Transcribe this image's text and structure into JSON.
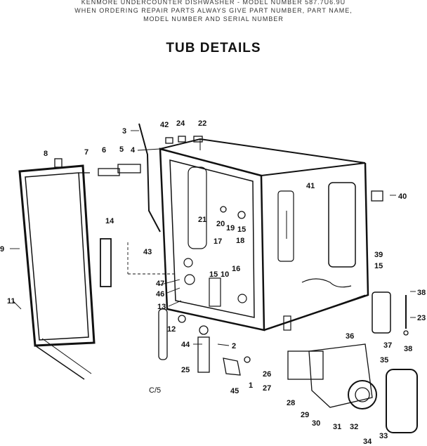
{
  "header": {
    "line1": "KENMORE UNDERCOUNTER DISHWASHER - MODEL NUMBER 587.7U6.9U",
    "line2": "WHEN ORDERING REPAIR PARTS ALWAYS GIVE PART NUMBER, PART NAME,",
    "line3": "MODEL NUMBER AND SERIAL NUMBER"
  },
  "title": "TUB DETAILS",
  "footer_code": "C/5",
  "labels": {
    "p1": "1",
    "p2": "2",
    "p3": "3",
    "p4": "4",
    "p5": "5",
    "p6": "6",
    "p7": "7",
    "p8": "8",
    "p9": "9",
    "p10": "10",
    "p11": "11",
    "p12": "12",
    "p13": "13",
    "p14": "14",
    "p15a": "15",
    "p15b": "15",
    "p15c": "15",
    "p16": "16",
    "p17": "17",
    "p18": "18",
    "p19": "19",
    "p20": "20",
    "p21": "21",
    "p22": "22",
    "p23": "23",
    "p24": "24",
    "p25": "25",
    "p26": "26",
    "p27": "27",
    "p28": "28",
    "p29": "29",
    "p30": "30",
    "p31": "31",
    "p32": "32",
    "p33": "33",
    "p34": "34",
    "p35": "35",
    "p36": "36",
    "p37": "37",
    "p38a": "38",
    "p38b": "38",
    "p39": "39",
    "p40": "40",
    "p41": "41",
    "p42": "42",
    "p43": "43",
    "p44": "44",
    "p45": "45",
    "p46": "46",
    "p47": "47"
  }
}
